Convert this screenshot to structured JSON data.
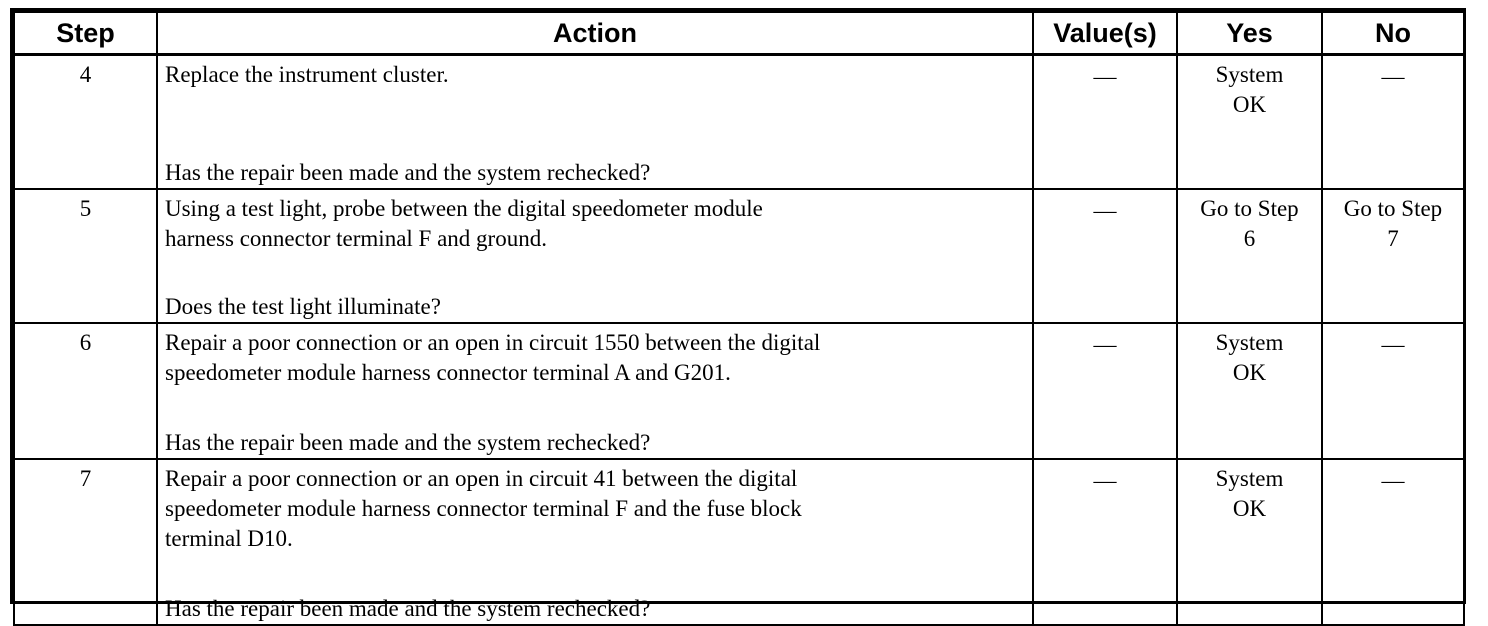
{
  "headers": {
    "step": "Step",
    "action": "Action",
    "values": "Value(s)",
    "yes": "Yes",
    "no": "No"
  },
  "rows": [
    {
      "step": "4",
      "instruction_lines": [
        "Replace the instrument cluster."
      ],
      "question": "Has the repair been made and the system rechecked?",
      "value": "—",
      "yes_lines": [
        "System",
        "OK"
      ],
      "no_lines": [
        "—"
      ]
    },
    {
      "step": "5",
      "instruction_lines": [
        "Using a test light, probe between the digital speedometer module",
        "harness connector terminal F and ground."
      ],
      "question": "Does the test light illuminate?",
      "value": "—",
      "yes_lines": [
        "Go to Step",
        "6"
      ],
      "no_lines": [
        "Go to Step",
        "7"
      ]
    },
    {
      "step": "6",
      "instruction_lines": [
        "Repair a poor connection or an open in circuit 1550 between the digital",
        "speedometer module harness connector terminal A and G201."
      ],
      "question": "Has the repair been made and the system rechecked?",
      "value": "—",
      "yes_lines": [
        "System",
        "OK"
      ],
      "no_lines": [
        "—"
      ]
    },
    {
      "step": "7",
      "instruction_lines": [
        "Repair a poor connection or an open in circuit 41 between the digital",
        "speedometer module harness connector terminal F and the fuse block",
        "terminal D10."
      ],
      "question": "Has the repair been made and the system rechecked?",
      "value": "—",
      "yes_lines": [
        "System",
        "OK"
      ],
      "no_lines": [
        "—"
      ]
    }
  ]
}
